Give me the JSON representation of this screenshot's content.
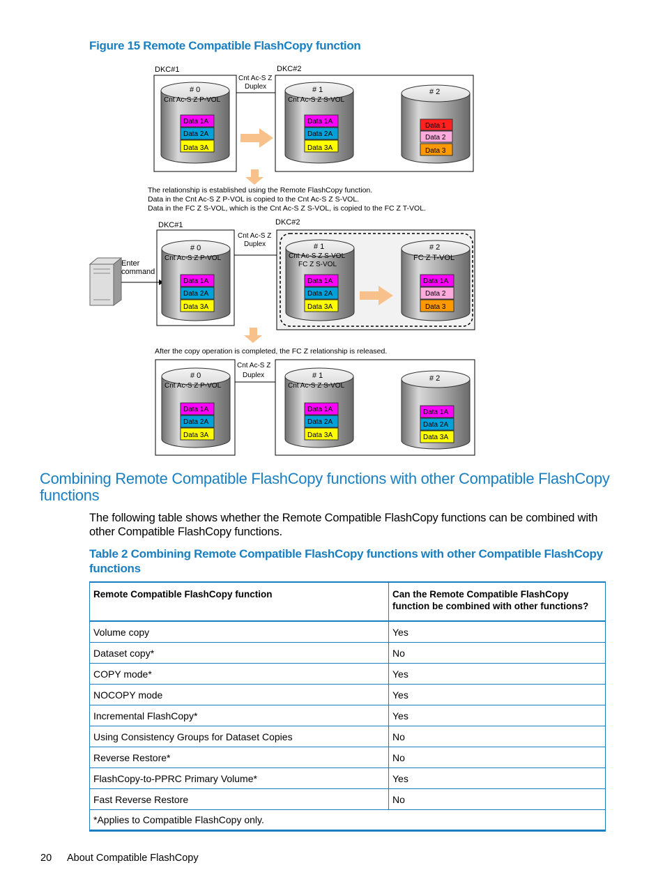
{
  "figure": {
    "caption": "Figure 15 Remote Compatible FlashCopy function",
    "dkc1": "DKC#1",
    "dkc1_alt": "DKC#1",
    "dkc2": "DKC#2",
    "pair_line1": "Cnt Ac-S Z",
    "pair_line2": "Duplex",
    "vol0_num": "# 0",
    "vol1_num": "# 1",
    "vol2_num": "# 2",
    "pvol": "Cnt Ac-S Z P-VOL",
    "svol": "Cnt Ac-S Z S-VOL",
    "svol_fc": "FC Z S-VOL",
    "tvol": "FC Z T-VOL",
    "data1a": "Data 1A",
    "data2a": "Data 2A",
    "data3a": "Data 3A",
    "data1": "Data 1",
    "data2": "Data 2",
    "data3": "Data 3",
    "note1_line1": "The relationship is established using the Remote FlashCopy function.",
    "note1_line2": "Data in the Cnt Ac-S Z P-VOL is copied to the Cnt Ac-S Z S-VOL.",
    "note1_line3": "Data in the FC Z S-VOL, which is the Cnt Ac-S Z S-VOL, is copied to the FC Z T-VOL.",
    "enter1": "Enter",
    "enter2": "command",
    "note2": "After the copy operation is completed, the FC Z relationship is released.",
    "colors": {
      "magenta": "#ff00ff",
      "cyan": "#00a0d8",
      "yellow": "#ffff00",
      "red": "#ff2020",
      "pink": "#ffaadd",
      "orange": "#ff9900",
      "arrow": "#f8c08a"
    }
  },
  "section": {
    "title": "Combining Remote Compatible FlashCopy functions with other Compatible FlashCopy functions",
    "intro": "The following table shows whether the Remote Compatible FlashCopy functions can be combined with other Compatible FlashCopy functions."
  },
  "table": {
    "caption": "Table 2 Combining Remote Compatible FlashCopy functions with other Compatible FlashCopy functions",
    "headers": [
      "Remote Compatible FlashCopy function",
      "Can the Remote Compatible FlashCopy function be combined with other functions?"
    ],
    "rows": [
      [
        "Volume copy",
        "Yes"
      ],
      [
        "Dataset copy*",
        "No"
      ],
      [
        "COPY mode*",
        "Yes"
      ],
      [
        "NOCOPY mode",
        "Yes"
      ],
      [
        "Incremental FlashCopy*",
        "Yes"
      ],
      [
        "Using Consistency Groups for Dataset Copies",
        "No"
      ],
      [
        "Reverse Restore*",
        "No"
      ],
      [
        "FlashCopy-to-PPRC Primary Volume*",
        "Yes"
      ],
      [
        "Fast Reverse Restore",
        "No"
      ]
    ],
    "footnote": "*Applies to Compatible FlashCopy only."
  },
  "footer": {
    "page_number": "20",
    "title": "About Compatible FlashCopy"
  }
}
